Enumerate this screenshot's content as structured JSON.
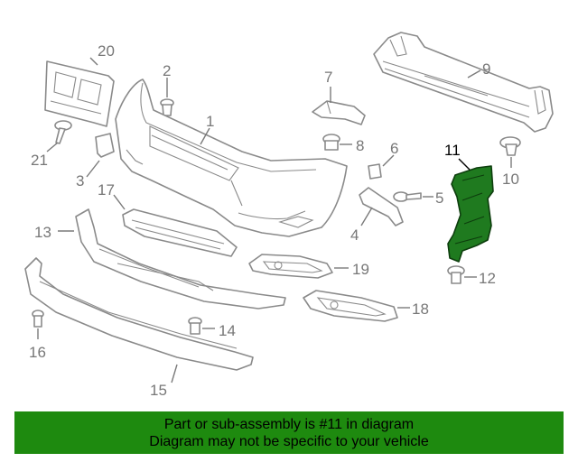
{
  "callouts": {
    "c1": "1",
    "c2": "2",
    "c3": "3",
    "c4": "4",
    "c5": "5",
    "c6": "6",
    "c7": "7",
    "c8": "8",
    "c9": "9",
    "c10": "10",
    "c11": "11",
    "c12": "12",
    "c13": "13",
    "c14": "14",
    "c15": "15",
    "c16": "16",
    "c17": "17",
    "c18": "18",
    "c19": "19",
    "c20": "20",
    "c21": "21"
  },
  "banner": {
    "line1": "Part or sub-assembly is #11 in diagram",
    "line2": "Diagram may not be specific to your vehicle"
  },
  "colors": {
    "highlight": "#1f7a1f",
    "banner_bg": "#1e8a0f",
    "line": "#8a8a8a"
  }
}
